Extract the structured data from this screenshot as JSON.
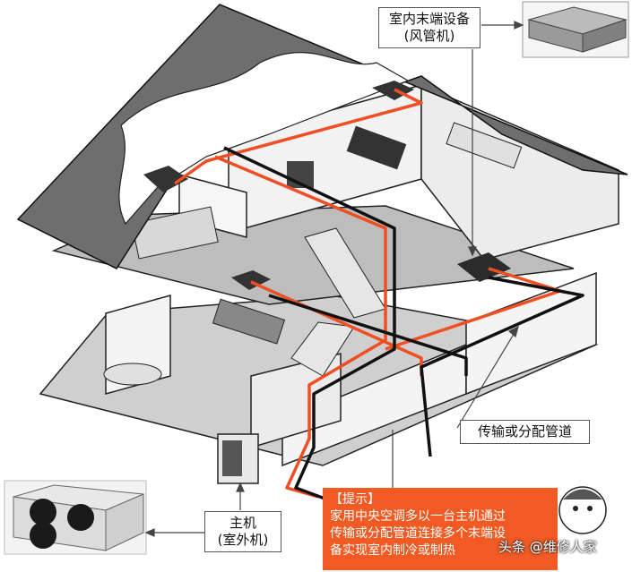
{
  "labels": {
    "indoor_unit": [
      "室内末端设备",
      "(风管机)"
    ],
    "pipeline": "传输或分配管道",
    "outdoor_unit": [
      "主机",
      "(室外机)"
    ]
  },
  "tip": {
    "title": "【提示】",
    "lines": [
      "家用中央空调多以一台主机通过",
      "传输或分配管道连接多个末端设",
      "备实现室内制冷或制热"
    ]
  },
  "watermark": "头条 @维修人家",
  "colors": {
    "pipe": "#f04e23",
    "roof": "#6e6e6e",
    "floor": "#c9c9c9",
    "wall": "#f2f2f2",
    "tip_bg": "#f15a22"
  }
}
